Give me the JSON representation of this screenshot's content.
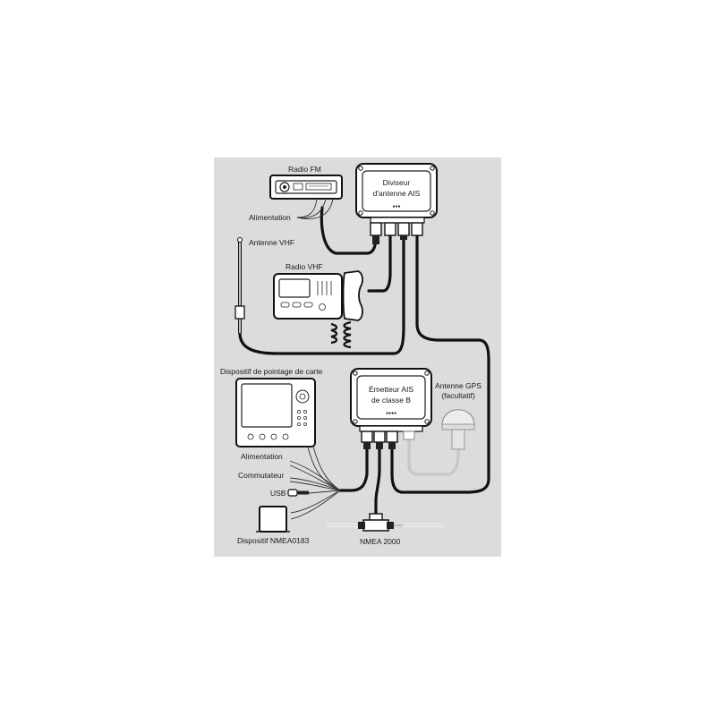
{
  "labels": {
    "radio_fm": "Radio FM",
    "alimentation_top": "Alimentation",
    "antenne_vhf": "Antenne VHF",
    "radio_vhf": "Radio VHF",
    "splitter_line1": "Diviseur",
    "splitter_line2": "d'antenne AIS",
    "splitter_dots": "●●●",
    "chartplotter": "Dispositif de pointage de carte",
    "transmitter_line1": "Émetteur AIS",
    "transmitter_line2": "de classe B",
    "transmitter_dots": "●●●●",
    "gps_line1": "Antenne GPS",
    "gps_line2": "(facultatif)",
    "alimentation_bottom": "Alimentation",
    "commutateur": "Commutateur",
    "usb": "USB",
    "nmea0183": "Dispositif NMEA0183",
    "nmea2000": "NMEA 2000"
  },
  "colors": {
    "panel_background": "#dcdcdc",
    "cable": "#111111",
    "gps_cable": "#c8c8c8"
  }
}
